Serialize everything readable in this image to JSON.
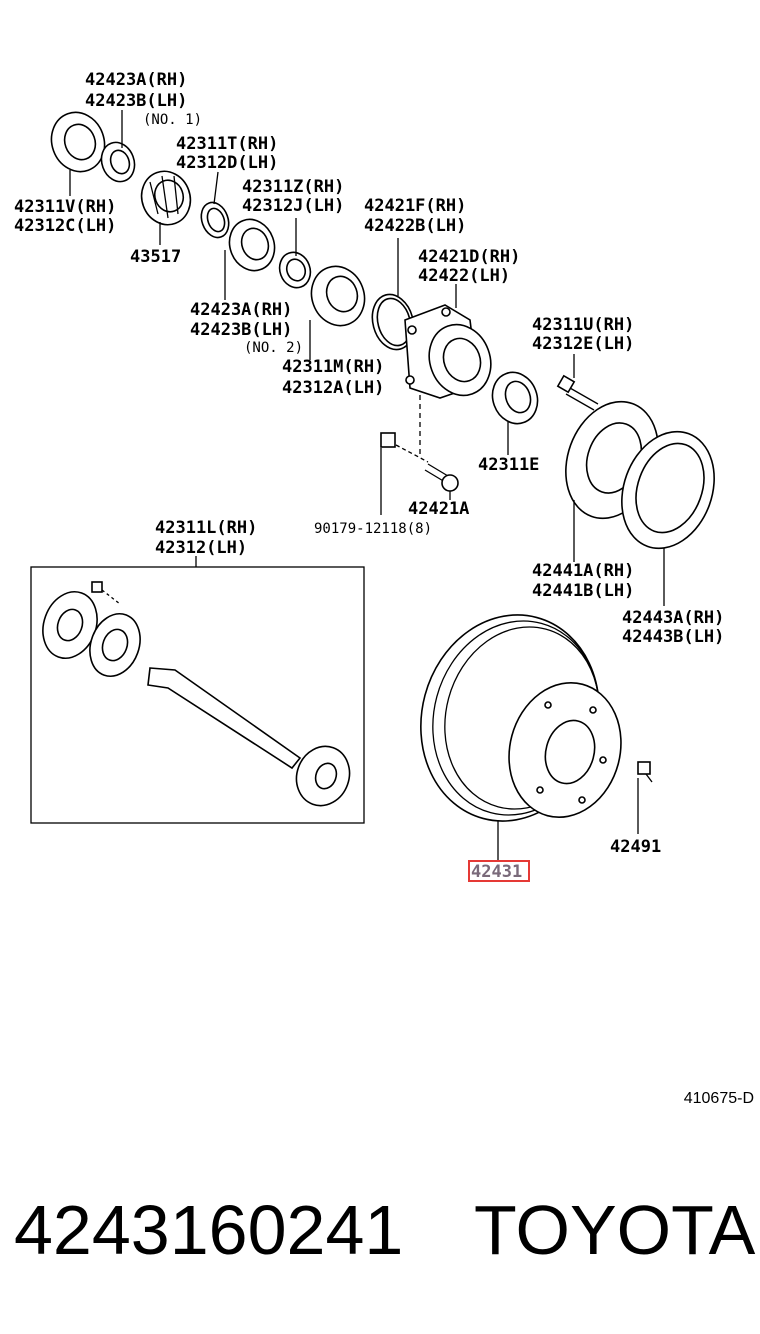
{
  "labels": {
    "l_42423A": "42423A(RH)",
    "l_42423B": "42423B(LH)",
    "l_no1": "(NO. 1)",
    "l_42311T": "42311T(RH)",
    "l_42312D": "42312D(LH)",
    "l_42311V": "42311V(RH)",
    "l_42312C": "42312C(LH)",
    "l_43517": "43517",
    "l_42311Z": "42311Z(RH)",
    "l_42312J": "42312J(LH)",
    "l_42421F": "42421F(RH)",
    "l_42422B": "42422B(LH)",
    "l_42421D": "42421D(RH)",
    "l_42422": "42422(LH)",
    "l_42423A2": "42423A(RH)",
    "l_42423B2": "42423B(LH)",
    "l_no2": "(NO. 2)",
    "l_42311M": "42311M(RH)",
    "l_42312A": "42312A(LH)",
    "l_42311U": "42311U(RH)",
    "l_42312E": "42312E(LH)",
    "l_42311E": "42311E",
    "l_42421A": "42421A",
    "l_90179": "90179-12118(8)",
    "l_42311L": "42311L(RH)",
    "l_42312": "42312(LH)",
    "l_42441A": "42441A(RH)",
    "l_42441B": "42441B(LH)",
    "l_42443A": "42443A(RH)",
    "l_42443B": "42443B(LH)",
    "l_42491": "42491",
    "l_42431": "42431"
  },
  "drawing_code": "410675-D",
  "part_number": "4243160241",
  "brand": "TOYOTA",
  "highlight_color": "#e53935"
}
